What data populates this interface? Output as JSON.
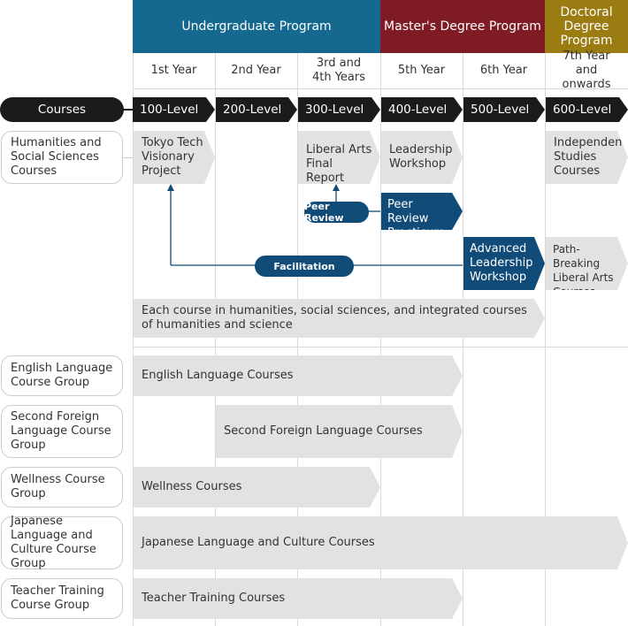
{
  "programs": {
    "undergraduate": {
      "label": "Undergraduate Program",
      "color": "#15698f"
    },
    "masters": {
      "label": "Master's Degree Program",
      "color": "#7e1b25"
    },
    "doctoral": {
      "label": "Doctoral Degree Program",
      "color": "#9a7c12"
    }
  },
  "years": [
    "1st Year",
    "2nd Year",
    "3rd and 4th Years",
    "5th Year",
    "6th Year",
    "7th Year and onwards"
  ],
  "levels": {
    "courses_label": "Courses",
    "items": [
      "100-Level",
      "200-Level",
      "300-Level",
      "400-Level",
      "500-Level",
      "600-Level"
    ]
  },
  "groups": {
    "humanities": "Humanities and Social Sciences Courses",
    "english": "English Language Course Group",
    "second_foreign": "Second Foreign Language Course Group",
    "wellness": "Wellness Course Group",
    "japanese": "Japanese Language and Culture Course Group",
    "teacher": "Teacher Training Course Group"
  },
  "courses": {
    "visionary": "Tokyo Tech Visionary Project",
    "liberal_arts_final": "Liberal Arts Final Report",
    "leadership_workshop": "Leadership Workshop",
    "independent": "Independent Studies Courses",
    "peer_review_practicum": "Peer Review Practicum",
    "advanced_leadership": "Advanced Leadership Workshop",
    "path_breaking": "Path-Breaking Liberal Arts Courses",
    "each_course": "Each course in humanities, social sciences, and integrated courses of humanities and science",
    "english": "English Language Courses",
    "second_foreign": "Second Foreign Language Courses",
    "wellness": "Wellness Courses",
    "japanese": "Japanese Language and Culture Courses",
    "teacher": "Teacher Training Courses"
  },
  "badges": {
    "peer_review": "Peer Review",
    "facilitation": "Facilitation"
  },
  "colors": {
    "navy": "#114c78",
    "gray_box": "#e2e2e2",
    "level_bar": "#1b1b1b"
  }
}
